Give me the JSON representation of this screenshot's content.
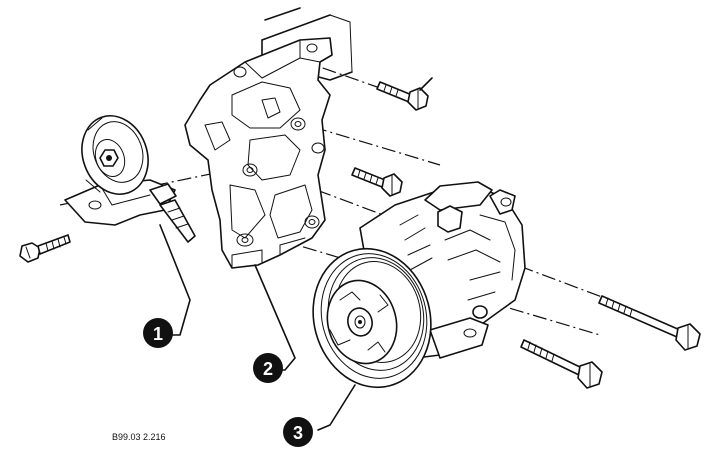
{
  "callouts": [
    {
      "number": "1"
    },
    {
      "number": "2"
    },
    {
      "number": "3"
    }
  ],
  "reference_code": "B99.03 2.216"
}
